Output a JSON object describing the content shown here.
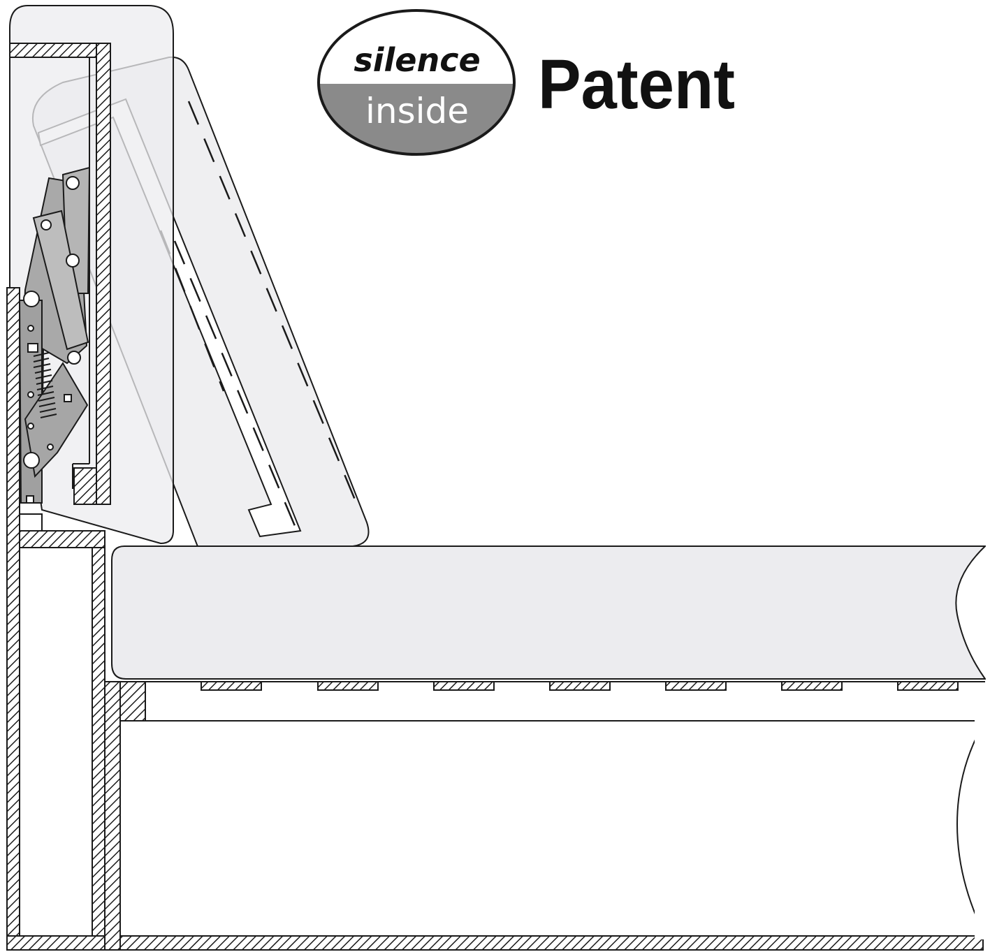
{
  "logo": {
    "top_text": "silence",
    "bottom_text": "inside",
    "top_color": "#ffffff",
    "bottom_color": "#8a8a8a"
  },
  "badge": {
    "text": "Patent"
  },
  "colors": {
    "outline": "#1a1a1a",
    "panel_fill": "#ececef",
    "mechanism_fill": "#a9a9a9",
    "mechanism_dark": "#6e6e6e"
  }
}
